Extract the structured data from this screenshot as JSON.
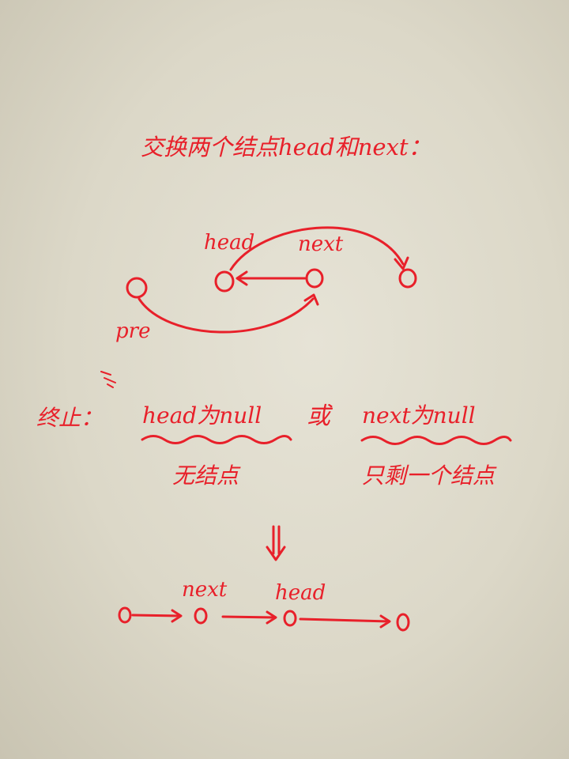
{
  "title": "交换两个结点head和next：",
  "diagram_top": {
    "label_head": "head",
    "label_next": "next",
    "label_pre": "pre"
  },
  "termination": {
    "prefix": "终止：",
    "condition_1": "head为null",
    "connector": "或",
    "condition_2": "next为null",
    "note_1": "无结点",
    "note_2": "只剩一个结点"
  },
  "diagram_bottom": {
    "label_next": "next",
    "label_head": "head"
  },
  "colors": {
    "ink": "#e8202a",
    "paper": "#dedac9"
  }
}
